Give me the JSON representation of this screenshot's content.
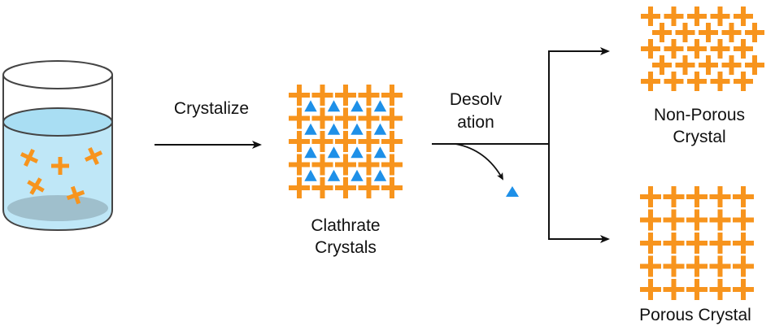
{
  "colors": {
    "crystal": "#F7941D",
    "guest": "#1E90E8",
    "liquid": "#BFE7F7",
    "liquid_top": "#A9DEF3",
    "beaker_bottom": "#9FBFCC",
    "line": "#111111",
    "beaker_outline": "#444444"
  },
  "labels": {
    "crystalize": "Crystalize",
    "desolvation_line1": "Desolv",
    "desolvation_line2": "ation",
    "clathrate_line1": "Clathrate",
    "clathrate_line2": "Crystals",
    "nonporous_line1": "Non-Porous",
    "nonporous_line2": "Crystal",
    "porous": "Porous Crystal"
  },
  "stages": [
    {
      "id": "solution",
      "description": "Beaker with dissolved cross-shaped molecules",
      "molecules_count": 5
    },
    {
      "id": "clathrate",
      "grid_rows": 5,
      "grid_cols": 5,
      "guest_rows": 4,
      "guest_cols": 4
    },
    {
      "id": "released-guest",
      "count": 1
    },
    {
      "id": "non-porous",
      "rows": 5,
      "cols_alternating": [
        5,
        5
      ]
    },
    {
      "id": "porous",
      "grid_rows": 5,
      "grid_cols": 5
    }
  ]
}
